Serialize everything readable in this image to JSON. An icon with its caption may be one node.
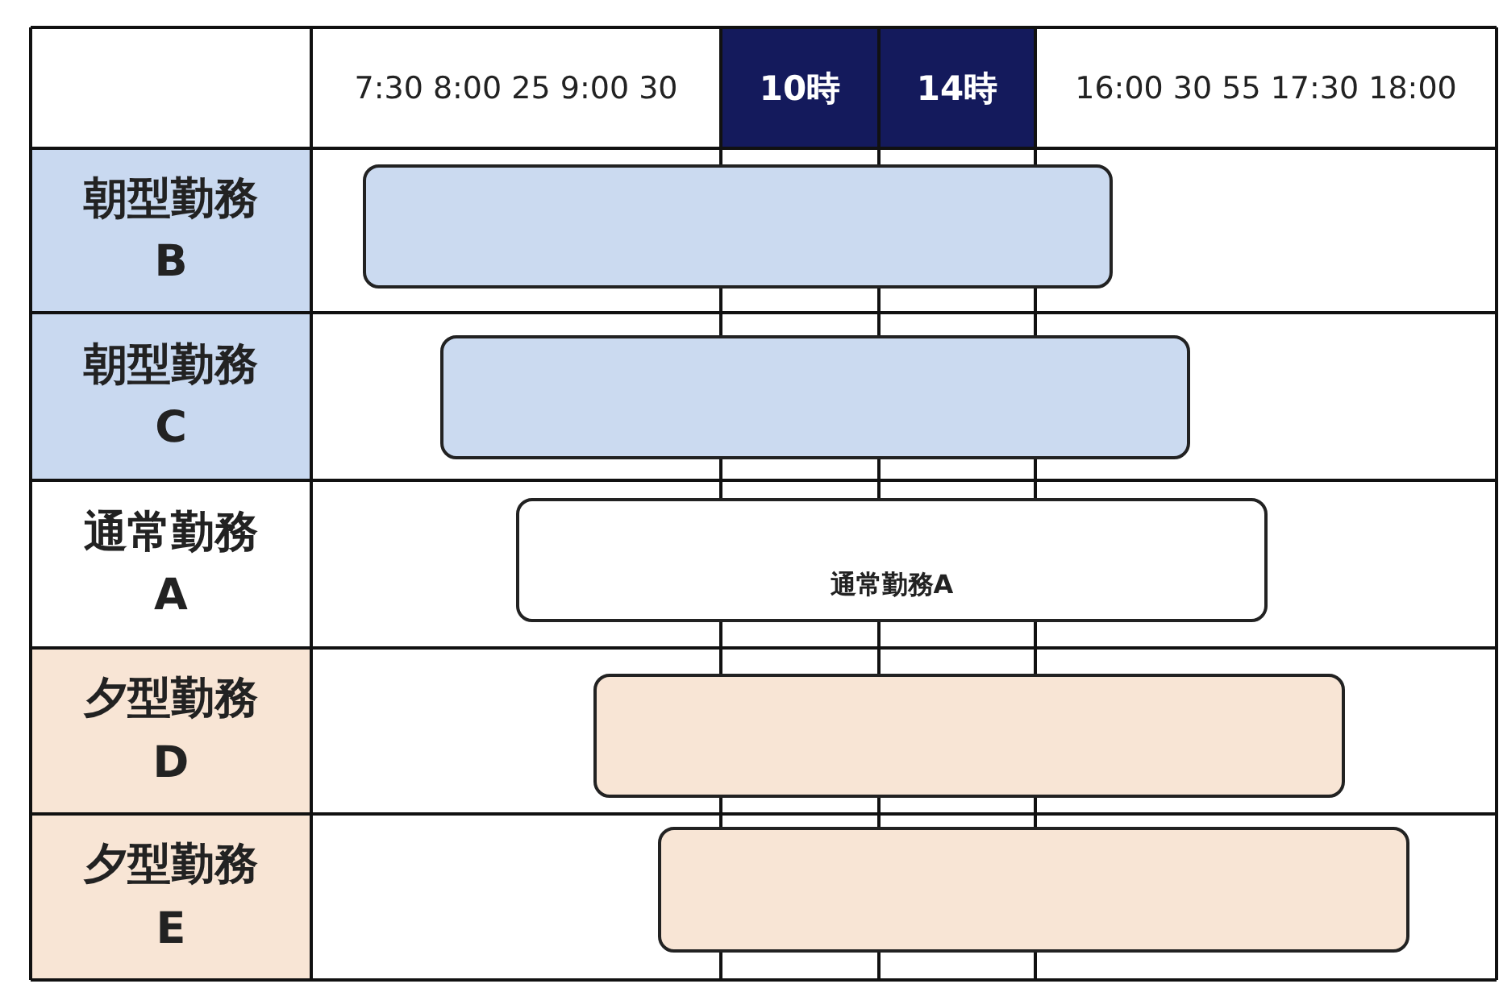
{
  "diagram": {
    "nodes": [
      {
        "text": [],
        "shape": "bar"
      },
      {
        "text": [],
        "shape": "bar"
      },
      {
        "text": [
          "通常勤務A"
        ]
      },
      {
        "text": [],
        "shape": "bar"
      },
      {
        "text": [],
        "shape": "bar"
      }
    ],
    "labels": [
      "7:30 8:00 25 9:00 30",
      "10時",
      "14時",
      "16:00 30 55 17:30 18:00",
      "朝型勤務B",
      "朝型勤務C",
      "通常勤務A",
      "夕型勤務D",
      "夕型勤務E"
    ]
  }
}
